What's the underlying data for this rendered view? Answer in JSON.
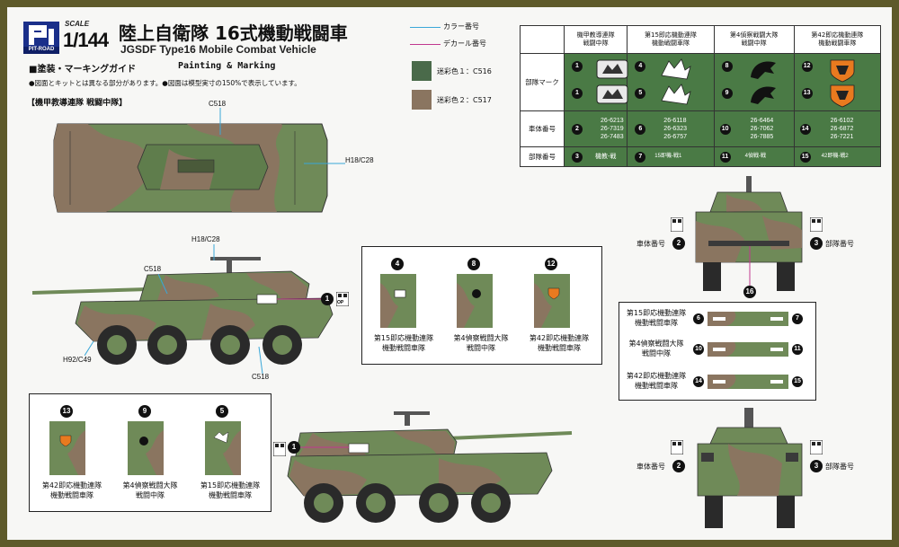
{
  "header": {
    "brand": "PIT-ROAD",
    "scale_label": "SCALE",
    "scale_value": "1/144",
    "title_jp": "陸上自衛隊 16式機動戦闘車",
    "title_en": "JGSDF Type16 Mobile Combat Vehicle",
    "guide_jp": "■塗装・マーキングガイド",
    "guide_en": "Painting & Marking",
    "note": "●図面とキットとは異なる部分があります。●図面は模型実寸の150%で表示しています。",
    "section_label": "【機甲教導連隊 戦闘中隊】"
  },
  "legend": {
    "color_no": "カラー番号",
    "decal_no": "デカール番号",
    "color1_label": "迷彩色１：C516",
    "color1_hex": "#4a6a4a",
    "color2_label": "迷彩色２：C517",
    "color2_hex": "#8a7560",
    "color_line_hex": "#3aa7d8",
    "decal_line_hex": "#c0388f"
  },
  "marking_table": {
    "columns": [
      "機甲教導連隊\n戦闘中隊",
      "第15即応機動連隊\n機動戦闘車隊",
      "第4偵察戦闘大隊\n戦闘中隊",
      "第42即応機動連隊\n機動戦闘車隊"
    ],
    "row_unit_mark": "部隊マーク",
    "row_vehicle_no": "車体番号",
    "row_unit_no": "部隊番号",
    "unit_mark_decals": [
      [
        "1",
        "1"
      ],
      [
        "4",
        "5"
      ],
      [
        "8",
        "9"
      ],
      [
        "12",
        "13"
      ]
    ],
    "vehicle_nos": [
      {
        "decal": "2",
        "nos": [
          "26-6213",
          "26-7319",
          "26-7483"
        ]
      },
      {
        "decal": "6",
        "nos": [
          "26-6118",
          "26-6323",
          "26-6757"
        ]
      },
      {
        "decal": "10",
        "nos": [
          "26-6464",
          "26-7062",
          "26-7885"
        ]
      },
      {
        "decal": "14",
        "nos": [
          "26-6102",
          "26-6872",
          "26-7221"
        ]
      }
    ],
    "unit_nos": [
      {
        "decal": "3",
        "text": "機教-戦"
      },
      {
        "decal": "7",
        "text": "15即機-戦1"
      },
      {
        "decal": "11",
        "text": "4偵戦-戦"
      },
      {
        "decal": "15",
        "text": "42即機-戦2"
      }
    ]
  },
  "callouts": {
    "top_c518": "C518",
    "top_h18": "H18/C28",
    "side_h18": "H18/C28",
    "side_c518_a": "C518",
    "side_c518_b": "C518",
    "side_h92": "H92/C49",
    "side_decal": "1",
    "side2_decal": "1",
    "front_decal_16": "16"
  },
  "turret_panels_top": [
    {
      "decal": "4",
      "label": "第15即応機動連隊\n機動戦闘車隊"
    },
    {
      "decal": "8",
      "label": "第4偵察戦闘大隊\n戦闘中隊"
    },
    {
      "decal": "12",
      "label": "第42即応機動連隊\n機動戦闘車隊"
    }
  ],
  "turret_panels_bottom": [
    {
      "decal": "13",
      "label": "第42即応機動連隊\n機動戦闘車隊"
    },
    {
      "decal": "9",
      "label": "第4偵察戦闘大隊\n戦闘中隊"
    },
    {
      "decal": "5",
      "label": "第15即応機動連隊\n機動戦闘車隊"
    }
  ],
  "front_view": {
    "vehicle_no_label": "車体番号",
    "unit_no_label": "部隊番号",
    "vehicle_decal": "2",
    "unit_decal": "3"
  },
  "rear_view": {
    "vehicle_no_label": "車体番号",
    "unit_no_label": "部隊番号",
    "vehicle_decal": "2",
    "unit_decal": "3"
  },
  "bumper_box": [
    {
      "label": "第15即応機動連隊\n機動戦闘車隊",
      "left": "6",
      "right": "7"
    },
    {
      "label": "第4偵察戦闘大隊\n戦闘中隊",
      "left": "10",
      "right": "11"
    },
    {
      "label": "第42即応機動連隊\n機動戦闘車隊",
      "left": "14",
      "right": "15"
    }
  ],
  "op_tag": "OP"
}
